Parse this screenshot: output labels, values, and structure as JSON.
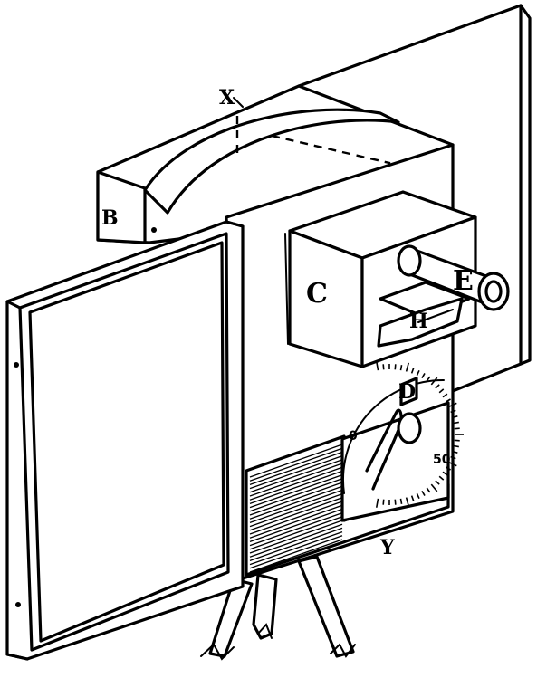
{
  "labels": {
    "x": "X",
    "y": "Y",
    "b": "B",
    "c": "C",
    "e": "E",
    "d": "D",
    "h": "H",
    "scale_zero": "0",
    "scale_fifty": "50"
  },
  "colors": {
    "ink": "#000000",
    "paper": "#ffffff"
  }
}
